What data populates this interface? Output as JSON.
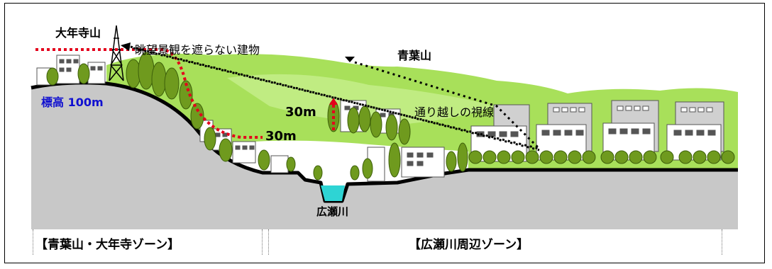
{
  "labels": {
    "mountain_left": "大年寺山",
    "mountain_right": "青葉山",
    "building_note": "眺望景観を遮らない建物",
    "sightline": "通り越しの視線",
    "elevation": "標高 100m",
    "height_left": "30m",
    "height_mid": "30m",
    "river": "広瀬川"
  },
  "zones": {
    "left": "【青葉山・大年寺ゾーン】",
    "right": "【広瀬川周辺ゾーン】"
  },
  "colors": {
    "ground": "#c8c8c8",
    "forest": "#a8e05a",
    "forest_light": "#c6ef8c",
    "tree": "#6f9a1e",
    "tree_edge": "#3d5f0a",
    "red_line": "#e3001b",
    "elevation_text": "#1010d0",
    "water": "#2ed4d4"
  }
}
